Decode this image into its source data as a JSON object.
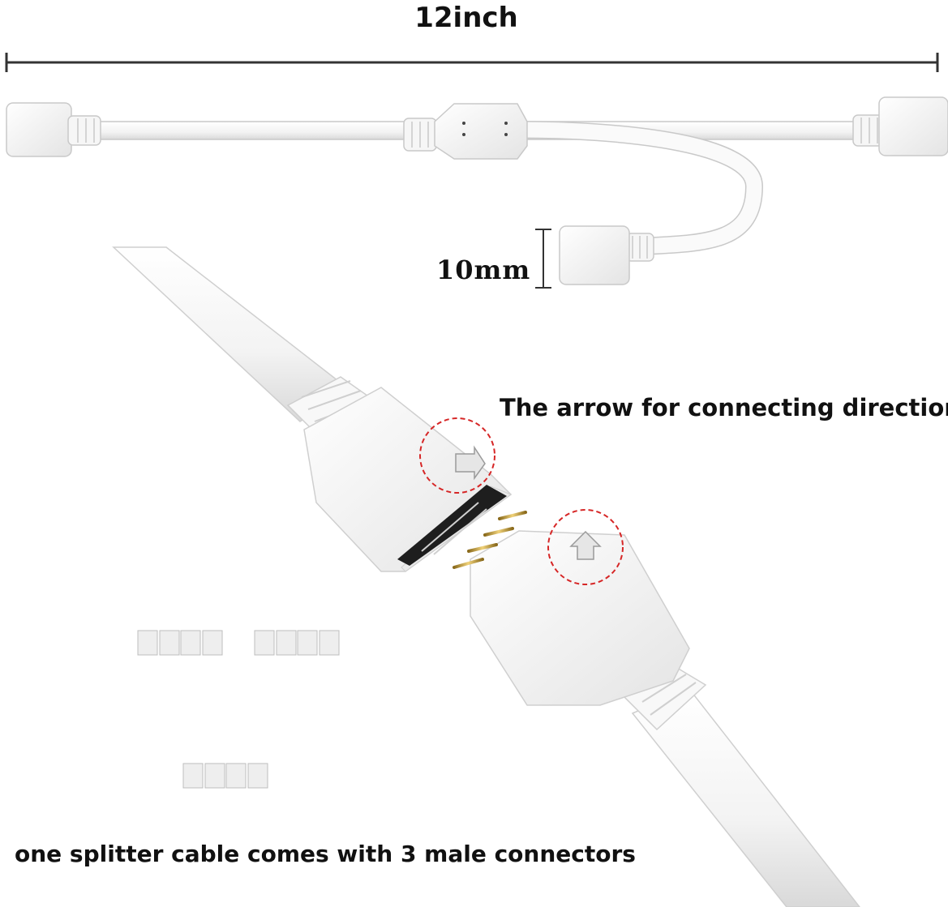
{
  "labels": {
    "length": "12inch",
    "height": "10mm",
    "arrow_note": "The arrow for connecting direction",
    "bottom_caption": "one splitter cable comes with 3 male connectors"
  },
  "colors": {
    "cable": "#fafafa",
    "cable_outline": "#c9c9c9",
    "dimension_line": "#333333",
    "highlight_circle": "#d62626",
    "pin_gold": "#c9a227",
    "background": "#ffffff"
  },
  "icons": {
    "direction_arrow": "arrow-icon",
    "highlight": "dashed-circle-icon"
  }
}
